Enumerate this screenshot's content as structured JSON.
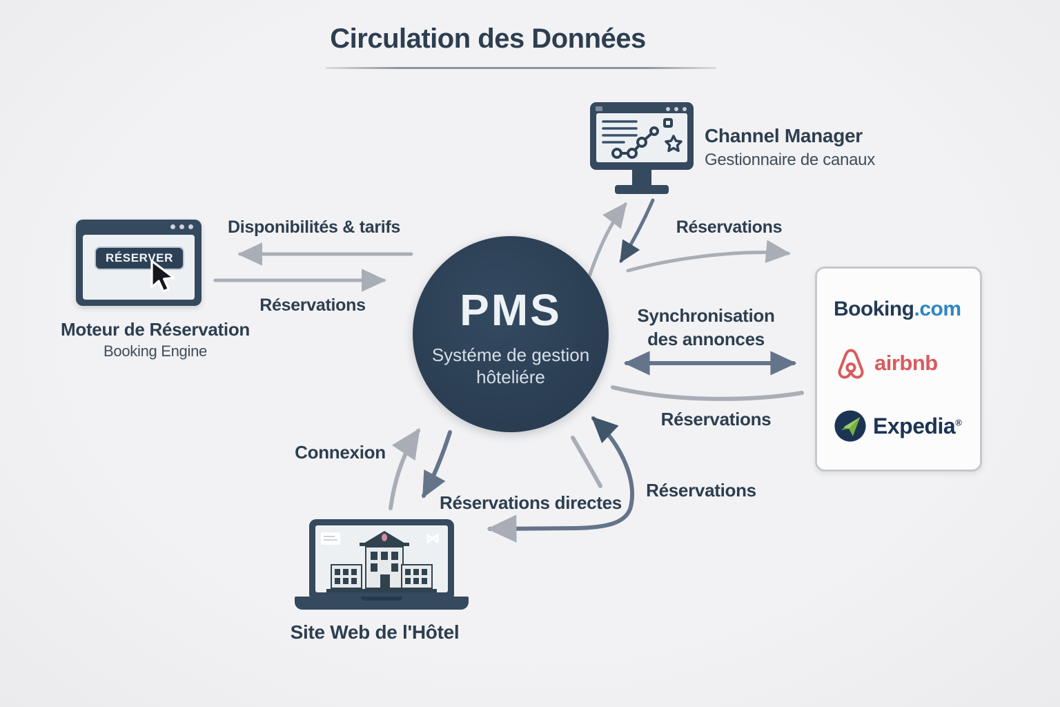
{
  "title": "Circulation des Données",
  "pms": {
    "name": "PMS",
    "subtitle1": "Systéme de gestion",
    "subtitle2": "hôteliére"
  },
  "booking_engine": {
    "button_label": "RÉSERVER",
    "title": "Moteur de Réservation",
    "subtitle": "Booking Engine"
  },
  "channel_manager": {
    "title": "Channel Manager",
    "subtitle": "Gestionnaire de canaux"
  },
  "hotel_website": {
    "title": "Site Web de l'Hôtel"
  },
  "ota_panel": {
    "booking": {
      "word": "Booking",
      "tld": ".com"
    },
    "airbnb": {
      "word": "airbnb"
    },
    "expedia": {
      "word": "Expedia",
      "registered": "®"
    }
  },
  "flow_labels": {
    "availability_rates": "Disponibilités & tarifs",
    "reservations_from_engine": "Réservations",
    "reservations_from_channel": "Réservations",
    "sync_line1": "Synchronisation",
    "sync_line2": "des annonces",
    "reservations_from_ota": "Réservations",
    "connexion": "Connexion",
    "direct_reservations": "Réservations directes",
    "reservations_to_pms": "Réservations"
  },
  "colors": {
    "background": "#f0f0f2",
    "ink": "#2d3e50",
    "ink_soft": "#3d4d5c",
    "navy": "#35495f",
    "navy_deep": "#2d4156",
    "screen": "#edf0f3",
    "arrow_grey": "#a9aeb6",
    "arrow_slate": "#64748a",
    "arrow_dark": "#41556a",
    "booking_navy": "#243b55",
    "booking_blue": "#2e86c1",
    "airbnb_coral": "#d95b5e",
    "expedia_navy": "#1c3453",
    "expedia_green": "#76b043"
  }
}
